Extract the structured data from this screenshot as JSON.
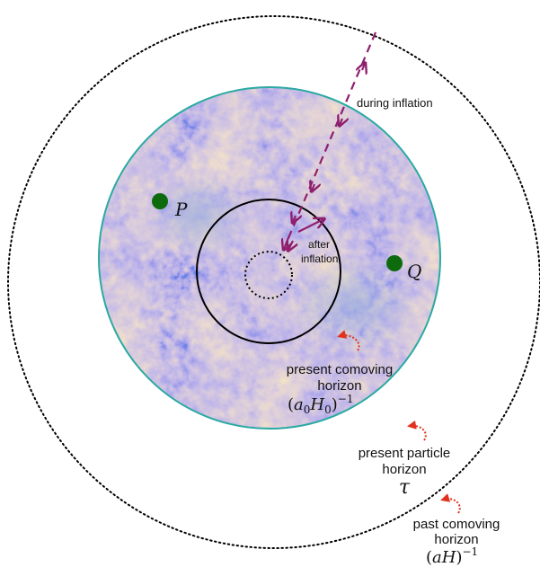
{
  "points": {
    "p": {
      "label": "P",
      "color": "#0d6b0d"
    },
    "q": {
      "label": "Q",
      "color": "#0d6b0d"
    }
  },
  "labels": {
    "during_inflation": "during inflation",
    "after_inflation_line1": "after",
    "after_inflation_line2": "inflation",
    "present_comoving_line1": "present comoving",
    "present_comoving_line2": "horizon",
    "present_particle_line1": "present particle",
    "present_particle_line2": "horizon",
    "tau_symbol": "τ",
    "past_comoving_line1": "past comoving",
    "past_comoving_line2": "horizon"
  },
  "formulas": {
    "present_comoving": {
      "open": "(",
      "a": "a",
      "a_sub": "0",
      "H": "H",
      "H_sub": "0",
      "close": ")",
      "exp": "−1"
    },
    "past_comoving": {
      "paren_open": "(",
      "aH": "aH",
      "paren_close": ")",
      "exp": "−1"
    }
  },
  "colors": {
    "cmb_disk_border": "#2aa9a2",
    "trajectory": "#8e1f6e",
    "pointer_arrow": "#e0321e",
    "circle": "#000000"
  }
}
